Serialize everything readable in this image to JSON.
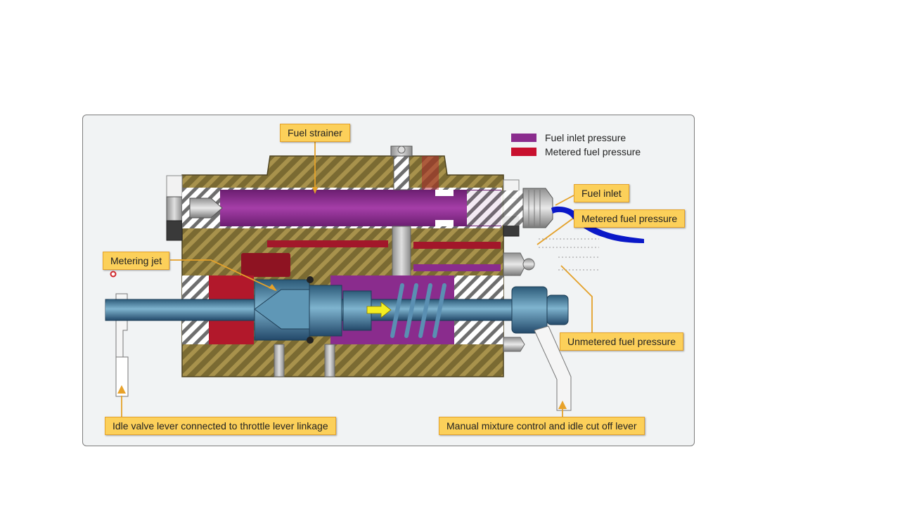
{
  "labels": {
    "fuel_strainer": "Fuel strainer",
    "fuel_inlet": "Fuel inlet",
    "metered_fuel_pressure": "Metered fuel pressure",
    "metering_jet": "Metering jet",
    "unmetered_fuel_pressure": "Unmetered fuel pressure",
    "idle_valve_lever": "Idle valve lever connected to throttle lever linkage",
    "manual_mixture_control": "Manual mixture control and idle cut off lever"
  },
  "legend": {
    "items": [
      {
        "label": "Fuel inlet pressure",
        "color": "#8a2c8d"
      },
      {
        "label": "Metered fuel pressure",
        "color": "#c8102e"
      }
    ]
  },
  "colors": {
    "housing": "#7d6b33",
    "hatch": "#a8924c",
    "fuel_inlet": "#8a2c8d",
    "metered": "#b2182b",
    "metal": "#4f86a4",
    "callout_fill": "#fcd05a",
    "callout_border": "#e4a12a",
    "annotation_pen": "#0a18c8"
  }
}
